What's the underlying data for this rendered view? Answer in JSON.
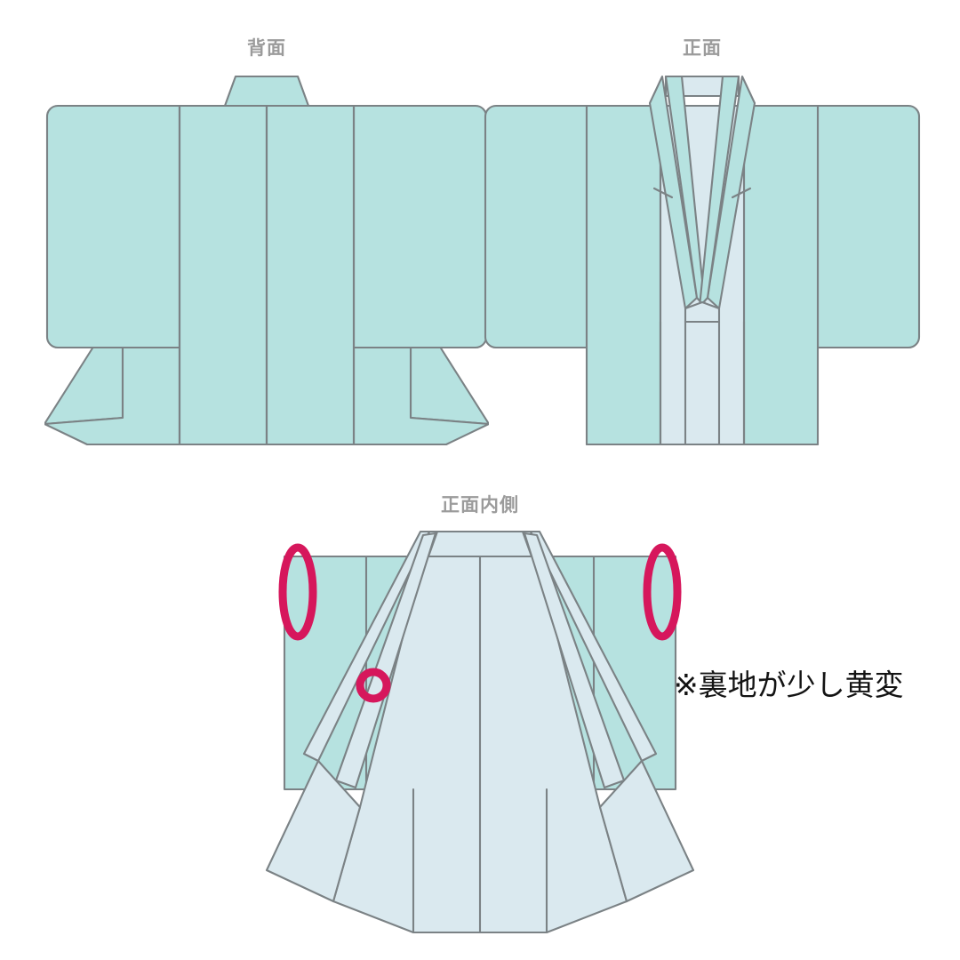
{
  "document": {
    "type": "kimono-condition-diagram",
    "background_color": "#ffffff"
  },
  "palette": {
    "fabric_outer": "#b6e2e0",
    "lining_inner": "#dae9ef",
    "outline": "#7b8285",
    "label_text": "#9b9b9b",
    "note_text": "#131313",
    "marker_accent": "#d6175c"
  },
  "panels": [
    {
      "id": "back",
      "label": "背面",
      "description": "kimono-back-view",
      "markers": []
    },
    {
      "id": "front",
      "label": "正面",
      "description": "kimono-front-view",
      "markers": []
    },
    {
      "id": "inside",
      "label": "正面内側",
      "description": "kimono-front-inside-view",
      "markers": [
        {
          "name": "left-sleeve-opening-ellipse",
          "shape": "ellipse",
          "color": "#d6175c"
        },
        {
          "name": "right-sleeve-opening-ellipse",
          "shape": "ellipse",
          "color": "#d6175c"
        },
        {
          "name": "lining-discoloration-circle",
          "shape": "circle",
          "color": "#d6175c"
        }
      ]
    }
  ],
  "annotations": {
    "lining_note": "※裏地が少し黄変"
  }
}
